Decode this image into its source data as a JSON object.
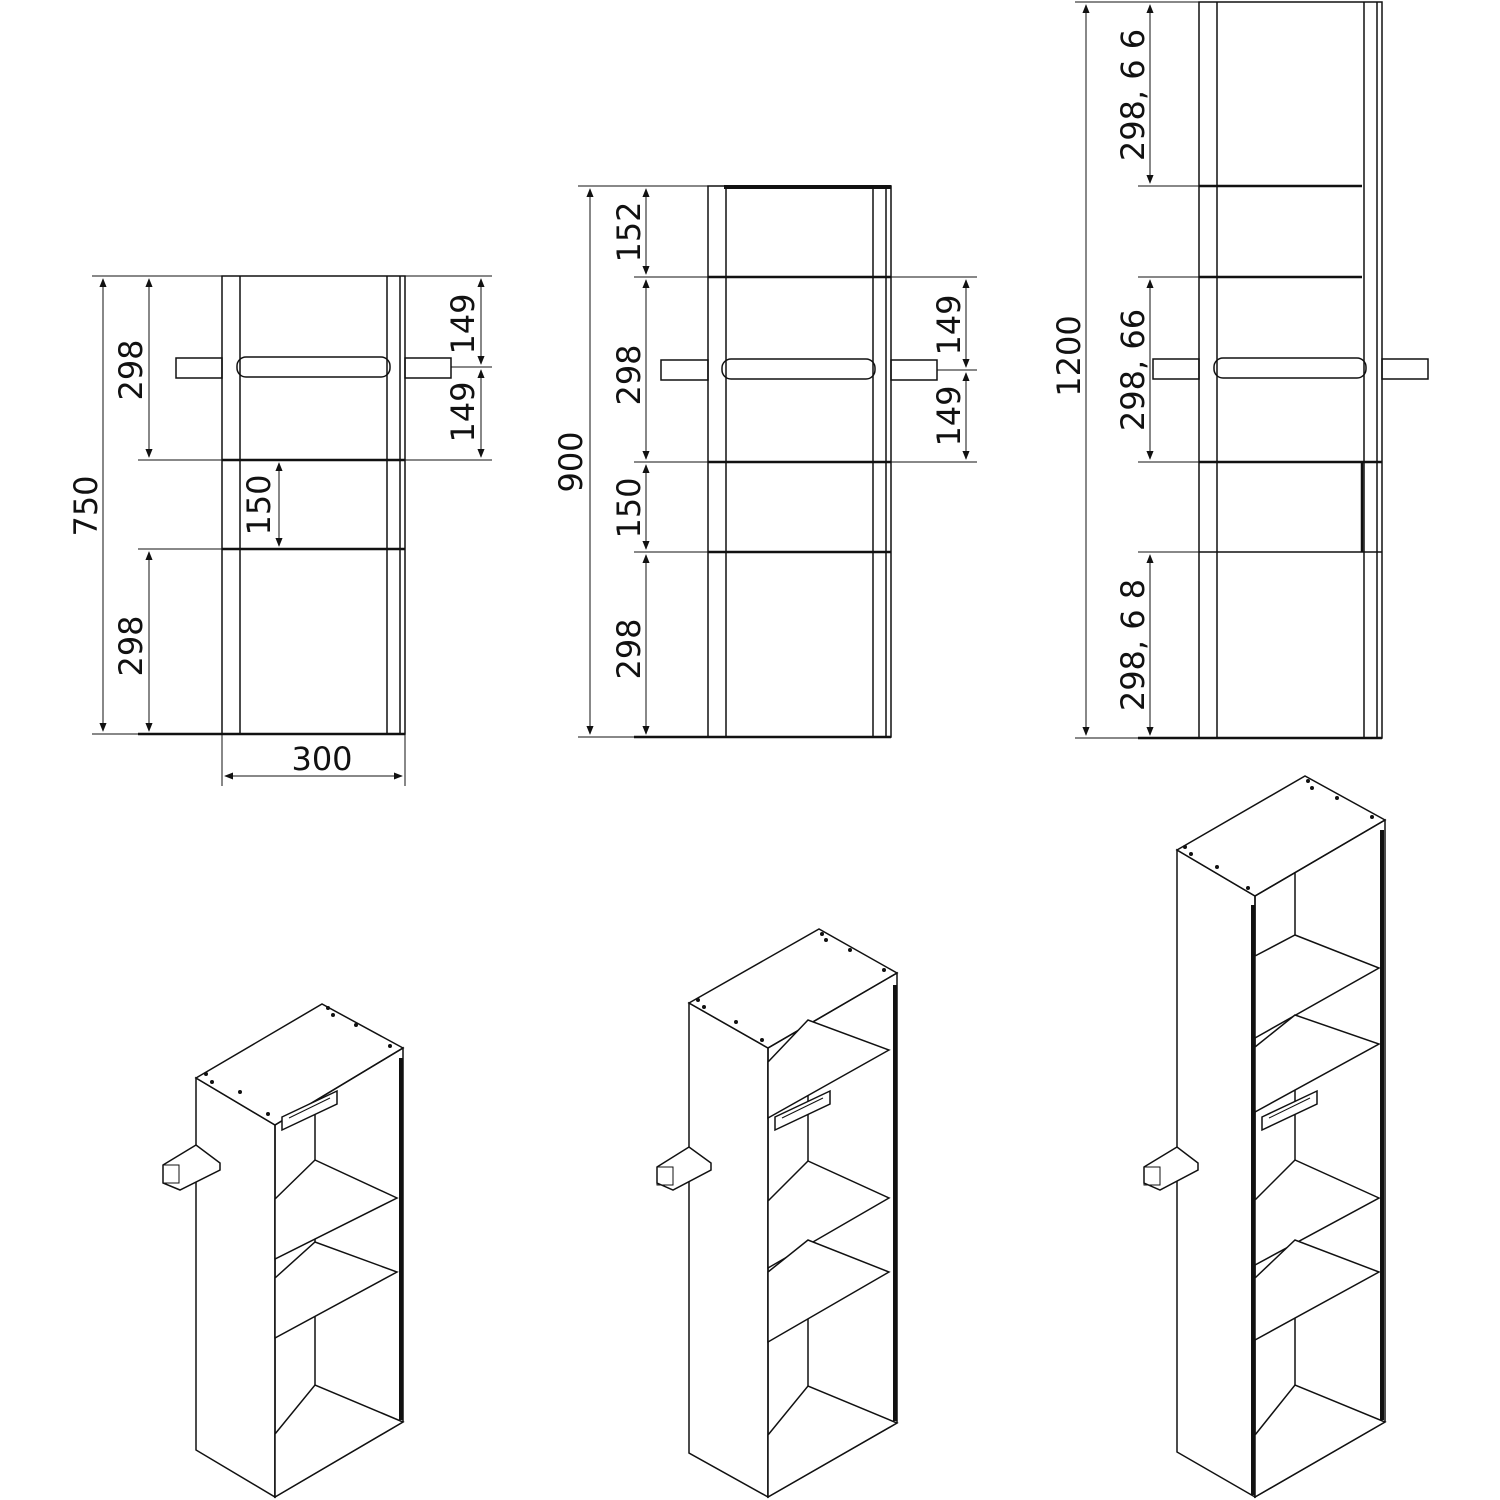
{
  "colors": {
    "line": "#111111",
    "background": "#ffffff"
  },
  "front_views": [
    {
      "height_label": "750",
      "width_label": "300",
      "sections": [
        "298",
        "150",
        "298"
      ],
      "hanger_offsets": [
        "149",
        "149"
      ]
    },
    {
      "height_label": "900",
      "sections": [
        "152",
        "298",
        "150",
        "298"
      ],
      "hanger_offsets": [
        "149",
        "149"
      ]
    },
    {
      "height_label": "1200",
      "sections": [
        "298, 6 6",
        "298, 66",
        "298, 6 8"
      ]
    }
  ]
}
